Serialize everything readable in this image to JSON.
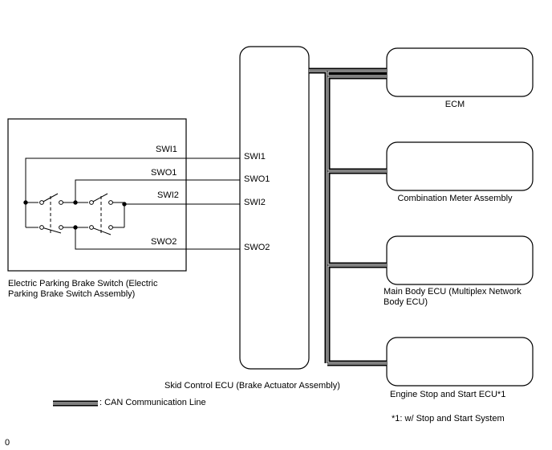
{
  "switch_box": {
    "pins": [
      "SWI1",
      "SWO1",
      "SWI2",
      "SWO2"
    ],
    "caption": "Electric Parking Brake Switch (Electric Parking Brake Switch Assembly)"
  },
  "ecu": {
    "pins": [
      "SWI1",
      "SWO1",
      "SWI2",
      "SWO2"
    ],
    "caption": "Skid Control ECU (Brake Actuator Assembly)"
  },
  "modules": [
    {
      "label": "ECM"
    },
    {
      "label": "Combination Meter Assembly"
    },
    {
      "label": "Main Body ECU (Multiplex Network Body ECU)"
    },
    {
      "label": "Engine Stop and Start ECU*1"
    }
  ],
  "legend": {
    "can_line": ": CAN Communication Line"
  },
  "footnote": "*1: w/ Stop and Start System",
  "page_marker": "0"
}
